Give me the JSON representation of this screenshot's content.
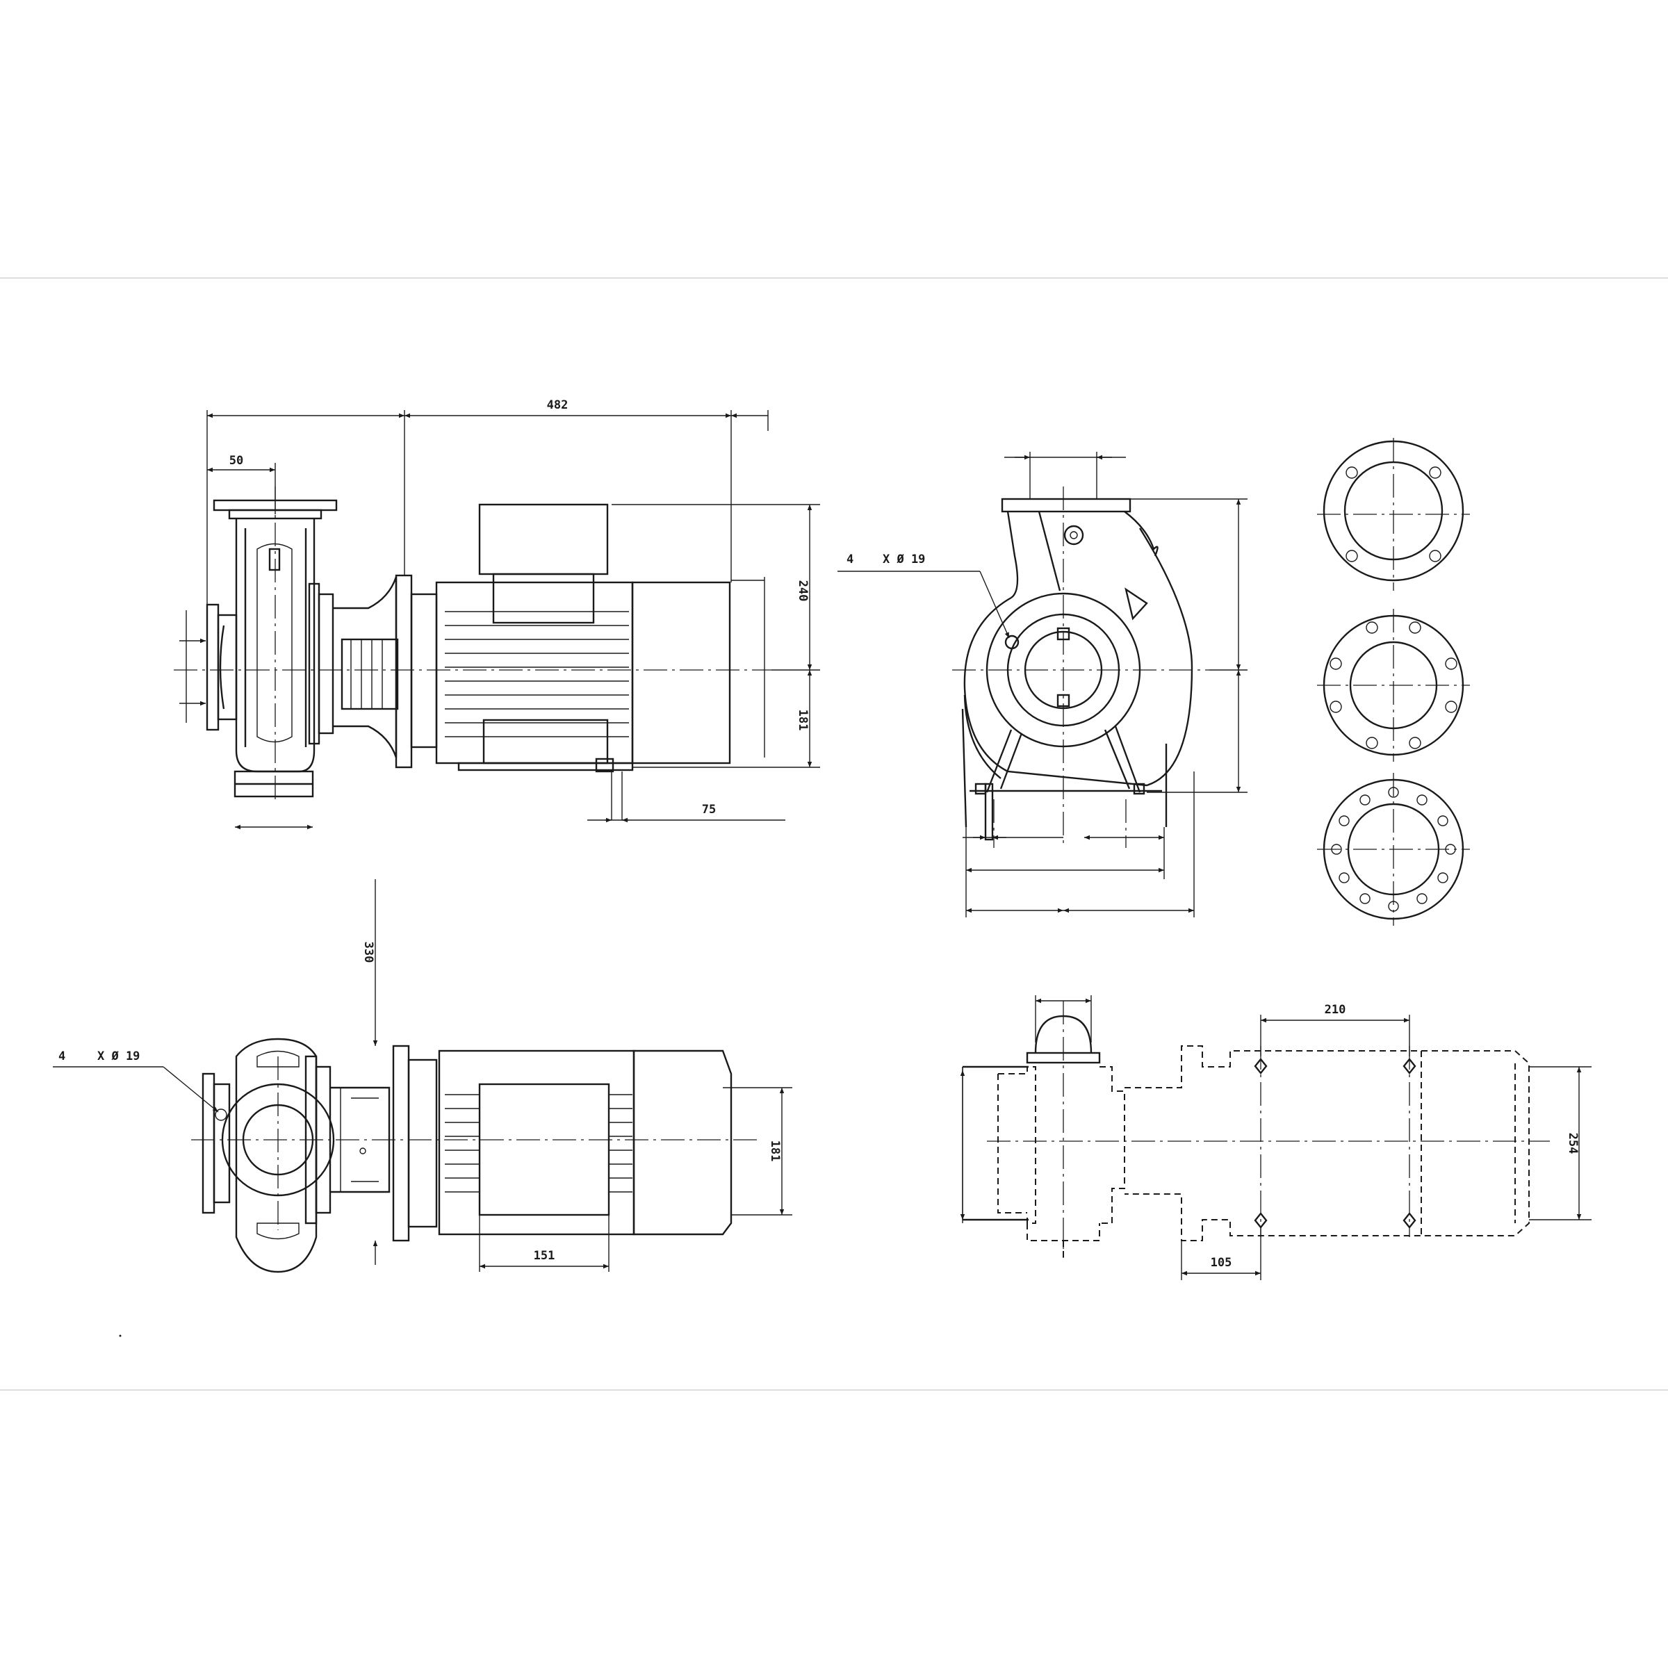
{
  "dimensions": {
    "overall_length": "482",
    "suction_offset": "50",
    "motor_height_top": "240",
    "motor_height_bottom": "181",
    "foot_offset": "75",
    "view_height": "330",
    "shaft_height": "181",
    "foot_length": "151",
    "bolt_spacing_x": "210",
    "bolt_spacing_y": "254",
    "foot_offset_plan": "105"
  },
  "annotations": {
    "holes_count_front": "4",
    "holes_spec_front": "X Ø 19",
    "holes_count_side": "4",
    "holes_spec_side": "X Ø 19"
  },
  "colors": {
    "line": "#1a1a1a",
    "background": "#ffffff",
    "separator": "#dddddd"
  }
}
